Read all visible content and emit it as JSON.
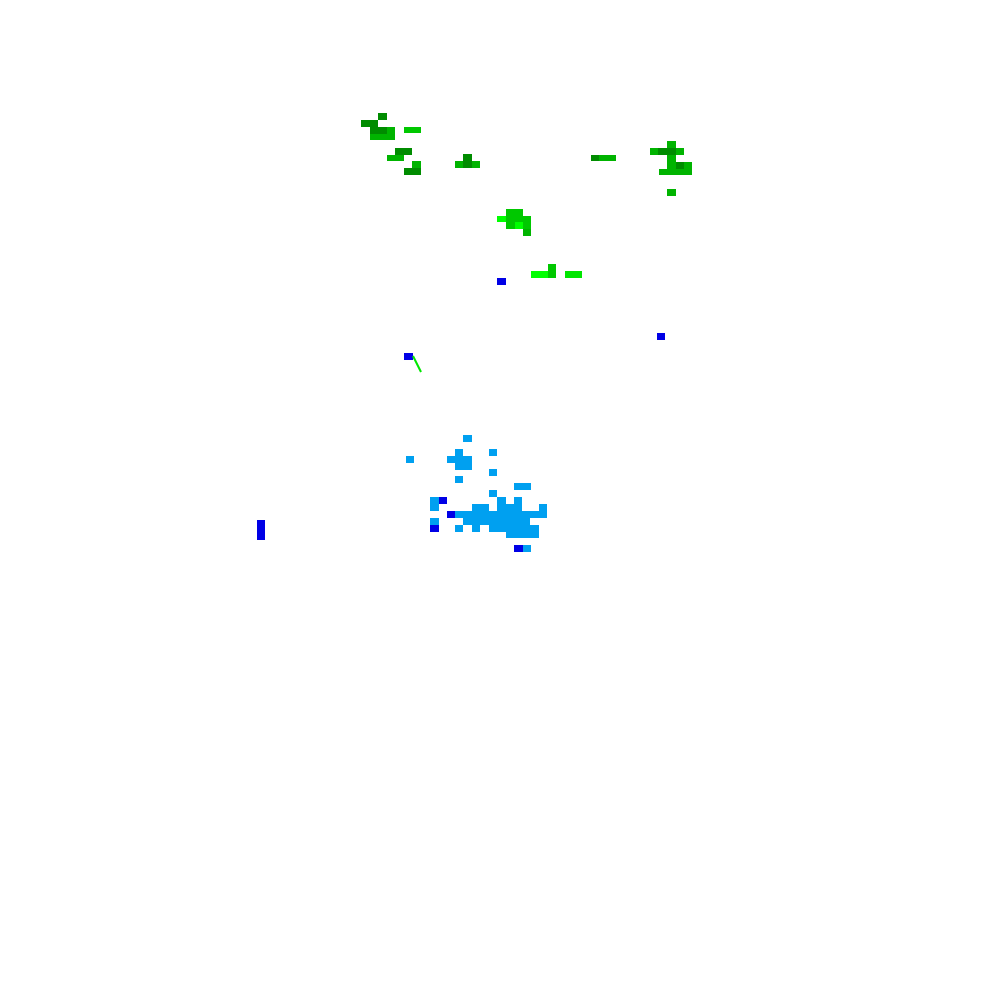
{
  "map": {
    "layer_colors": {
      "green_dark": "#008c00",
      "green_mid": "#00b400",
      "green_bright": "#00e600",
      "green_neon": "#00ff00",
      "blue_dark": "#0000e6",
      "blue_light": "#00a0f0"
    },
    "clusters": [
      {
        "name": "green-cluster-northwest",
        "tone": "green_dark"
      },
      {
        "name": "green-cluster-north-center",
        "tone": "green_mid"
      },
      {
        "name": "green-cluster-northeast",
        "tone": "green_mid"
      },
      {
        "name": "green-cluster-center",
        "tone": "green_bright"
      },
      {
        "name": "green-cluster-center-east",
        "tone": "green_neon"
      },
      {
        "name": "blue-cluster-south",
        "tone": "blue_light"
      },
      {
        "name": "blue-markers",
        "tone": "blue_dark"
      }
    ]
  }
}
